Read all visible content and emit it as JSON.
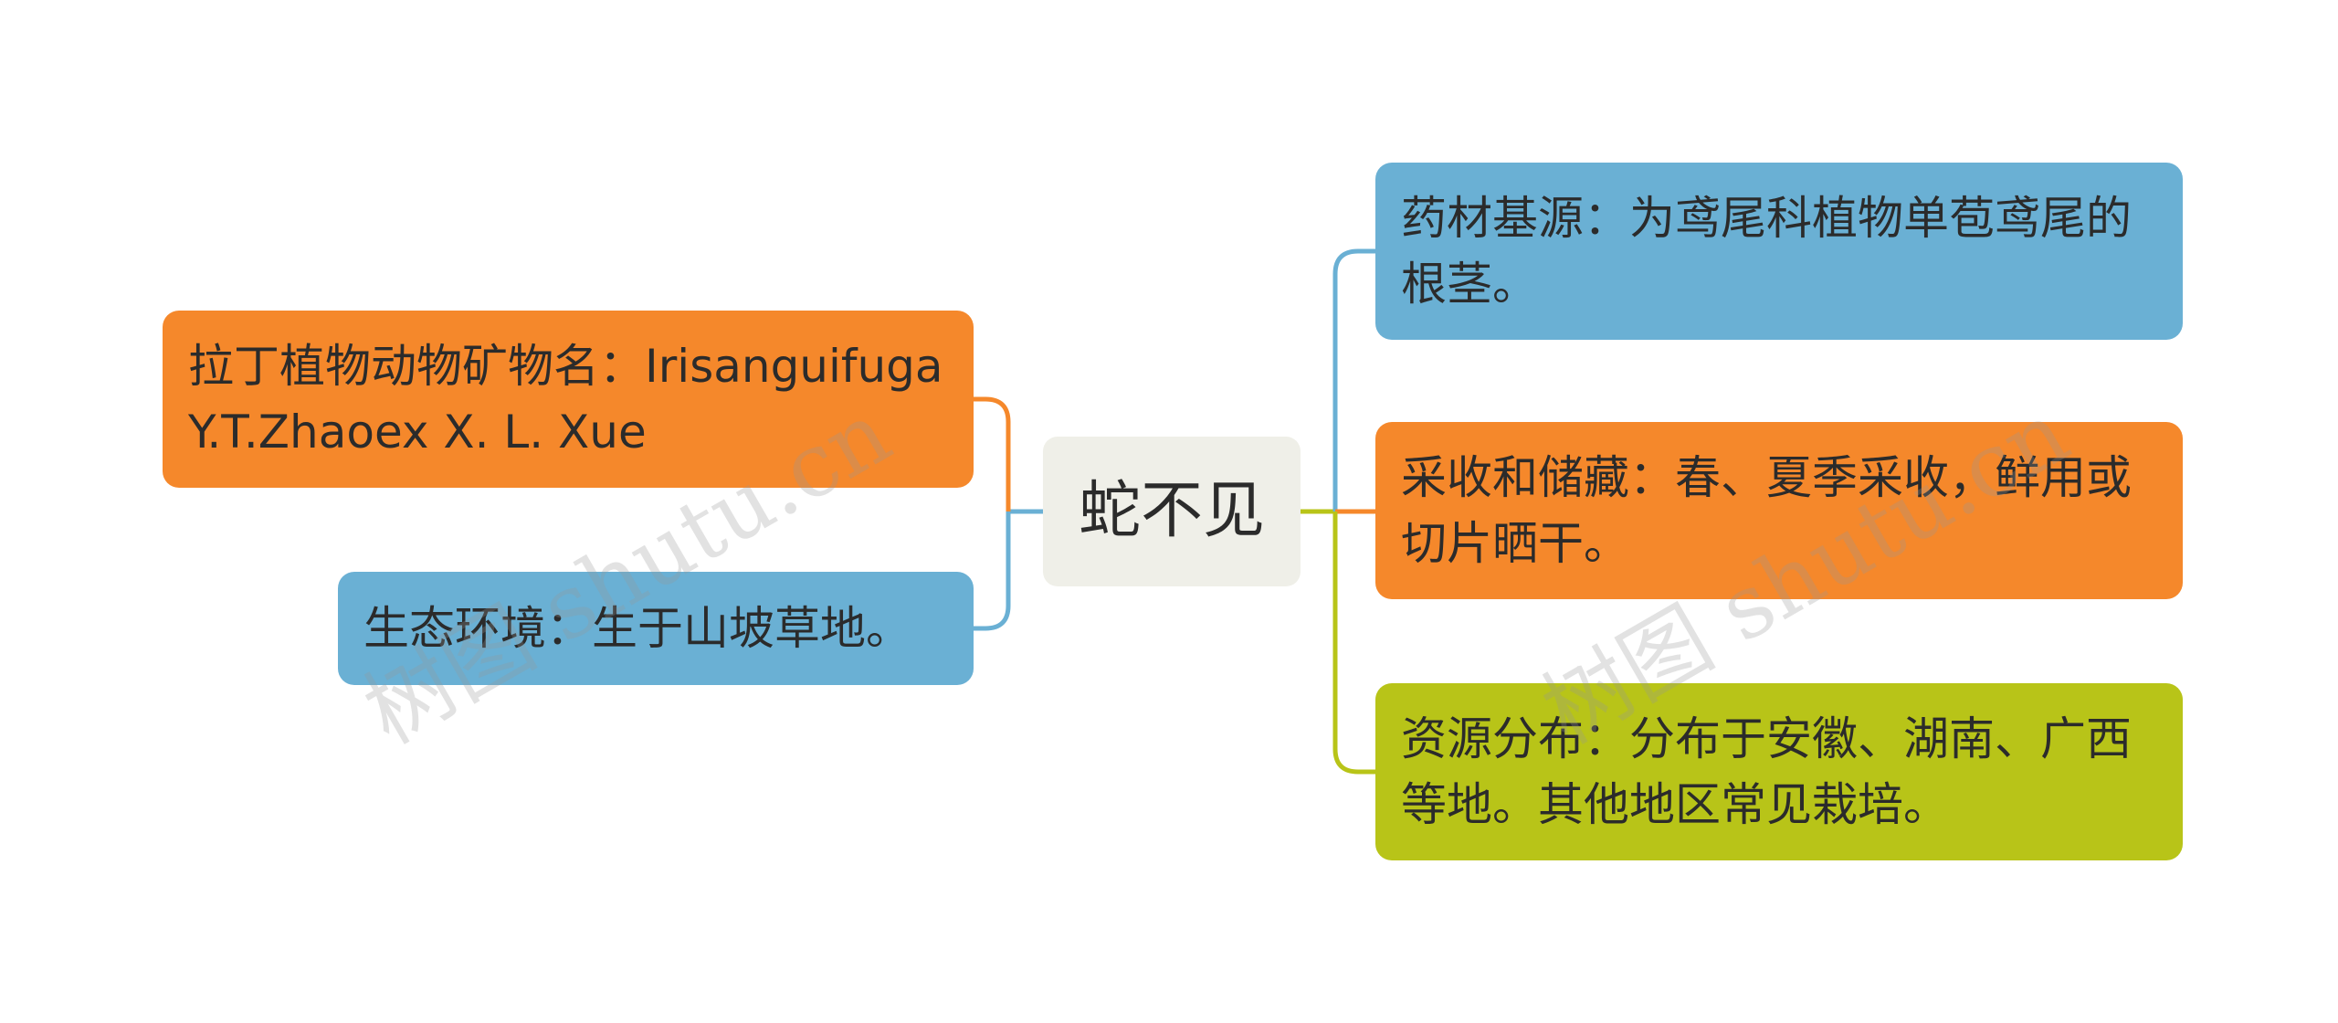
{
  "center": {
    "label": "蛇不见"
  },
  "left_nodes": [
    {
      "id": "latin",
      "text": "拉丁植物动物矿物名：Irisanguifuga Y.T.Zhaoex X. L. Xue",
      "color": "#f5882b"
    },
    {
      "id": "eco",
      "text": "生态环境：生于山坡草地。",
      "color": "#6ab0d4"
    }
  ],
  "right_nodes": [
    {
      "id": "source",
      "text": "药材基源：为鸢尾科植物单苞鸢尾的根茎。",
      "color": "#6ab0d4"
    },
    {
      "id": "harvest",
      "text": "采收和储藏：春、夏季采收，鲜用或切片晒干。",
      "color": "#f5882b"
    },
    {
      "id": "dist",
      "text": "资源分布：分布于安徽、湖南、广西等地。其他地区常见栽培。",
      "color": "#b8c418"
    }
  ],
  "watermark": {
    "text": "树图 shutu.cn"
  },
  "colors": {
    "center_bg": "#efefe8",
    "blue": "#6ab0d4",
    "orange": "#f5882b",
    "green": "#b8c418"
  }
}
